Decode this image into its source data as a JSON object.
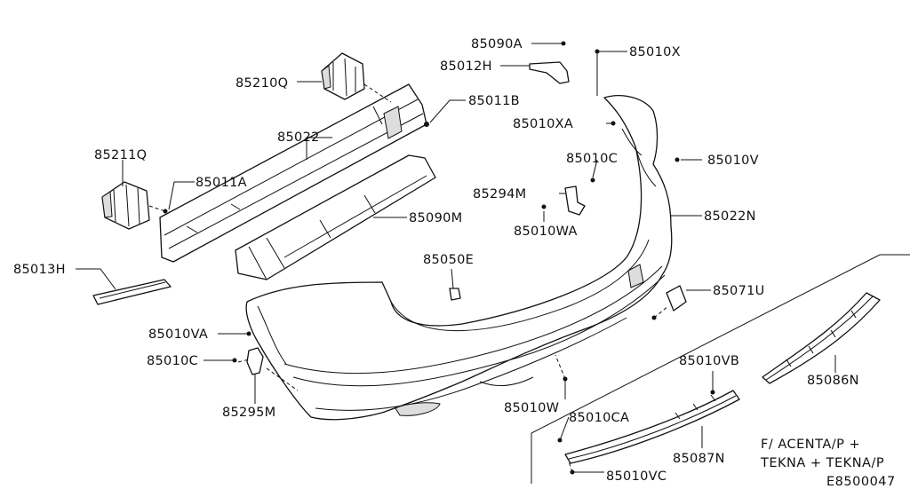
{
  "labels": {
    "p85090A": "85090A",
    "p85010X": "85010X",
    "p85012H": "85012H",
    "p85210Q": "85210Q",
    "p85011B": "85011B",
    "p85010XA": "85010XA",
    "p85022": "85022",
    "p85211Q": "85211Q",
    "p85010C_top": "85010C",
    "p85010V": "85010V",
    "p85011A": "85011A",
    "p85294M": "85294M",
    "p85022N": "85022N",
    "p85090M": "85090M",
    "p85010WA": "85010WA",
    "p85013H": "85013H",
    "p85050E": "85050E",
    "p85071U": "85071U",
    "p85010VA": "85010VA",
    "p85010C_left": "85010C",
    "p85010VB": "85010VB",
    "p85086N": "85086N",
    "p85295M": "85295M",
    "p85010W": "85010W",
    "p85010CA": "85010CA",
    "p85087N": "85087N",
    "p85010VC": "85010VC"
  },
  "variant_note": {
    "line1": "F/ ACENTA/P +",
    "line2": "TEKNA + TEKNA/P"
  },
  "figure_code": "E8500047"
}
